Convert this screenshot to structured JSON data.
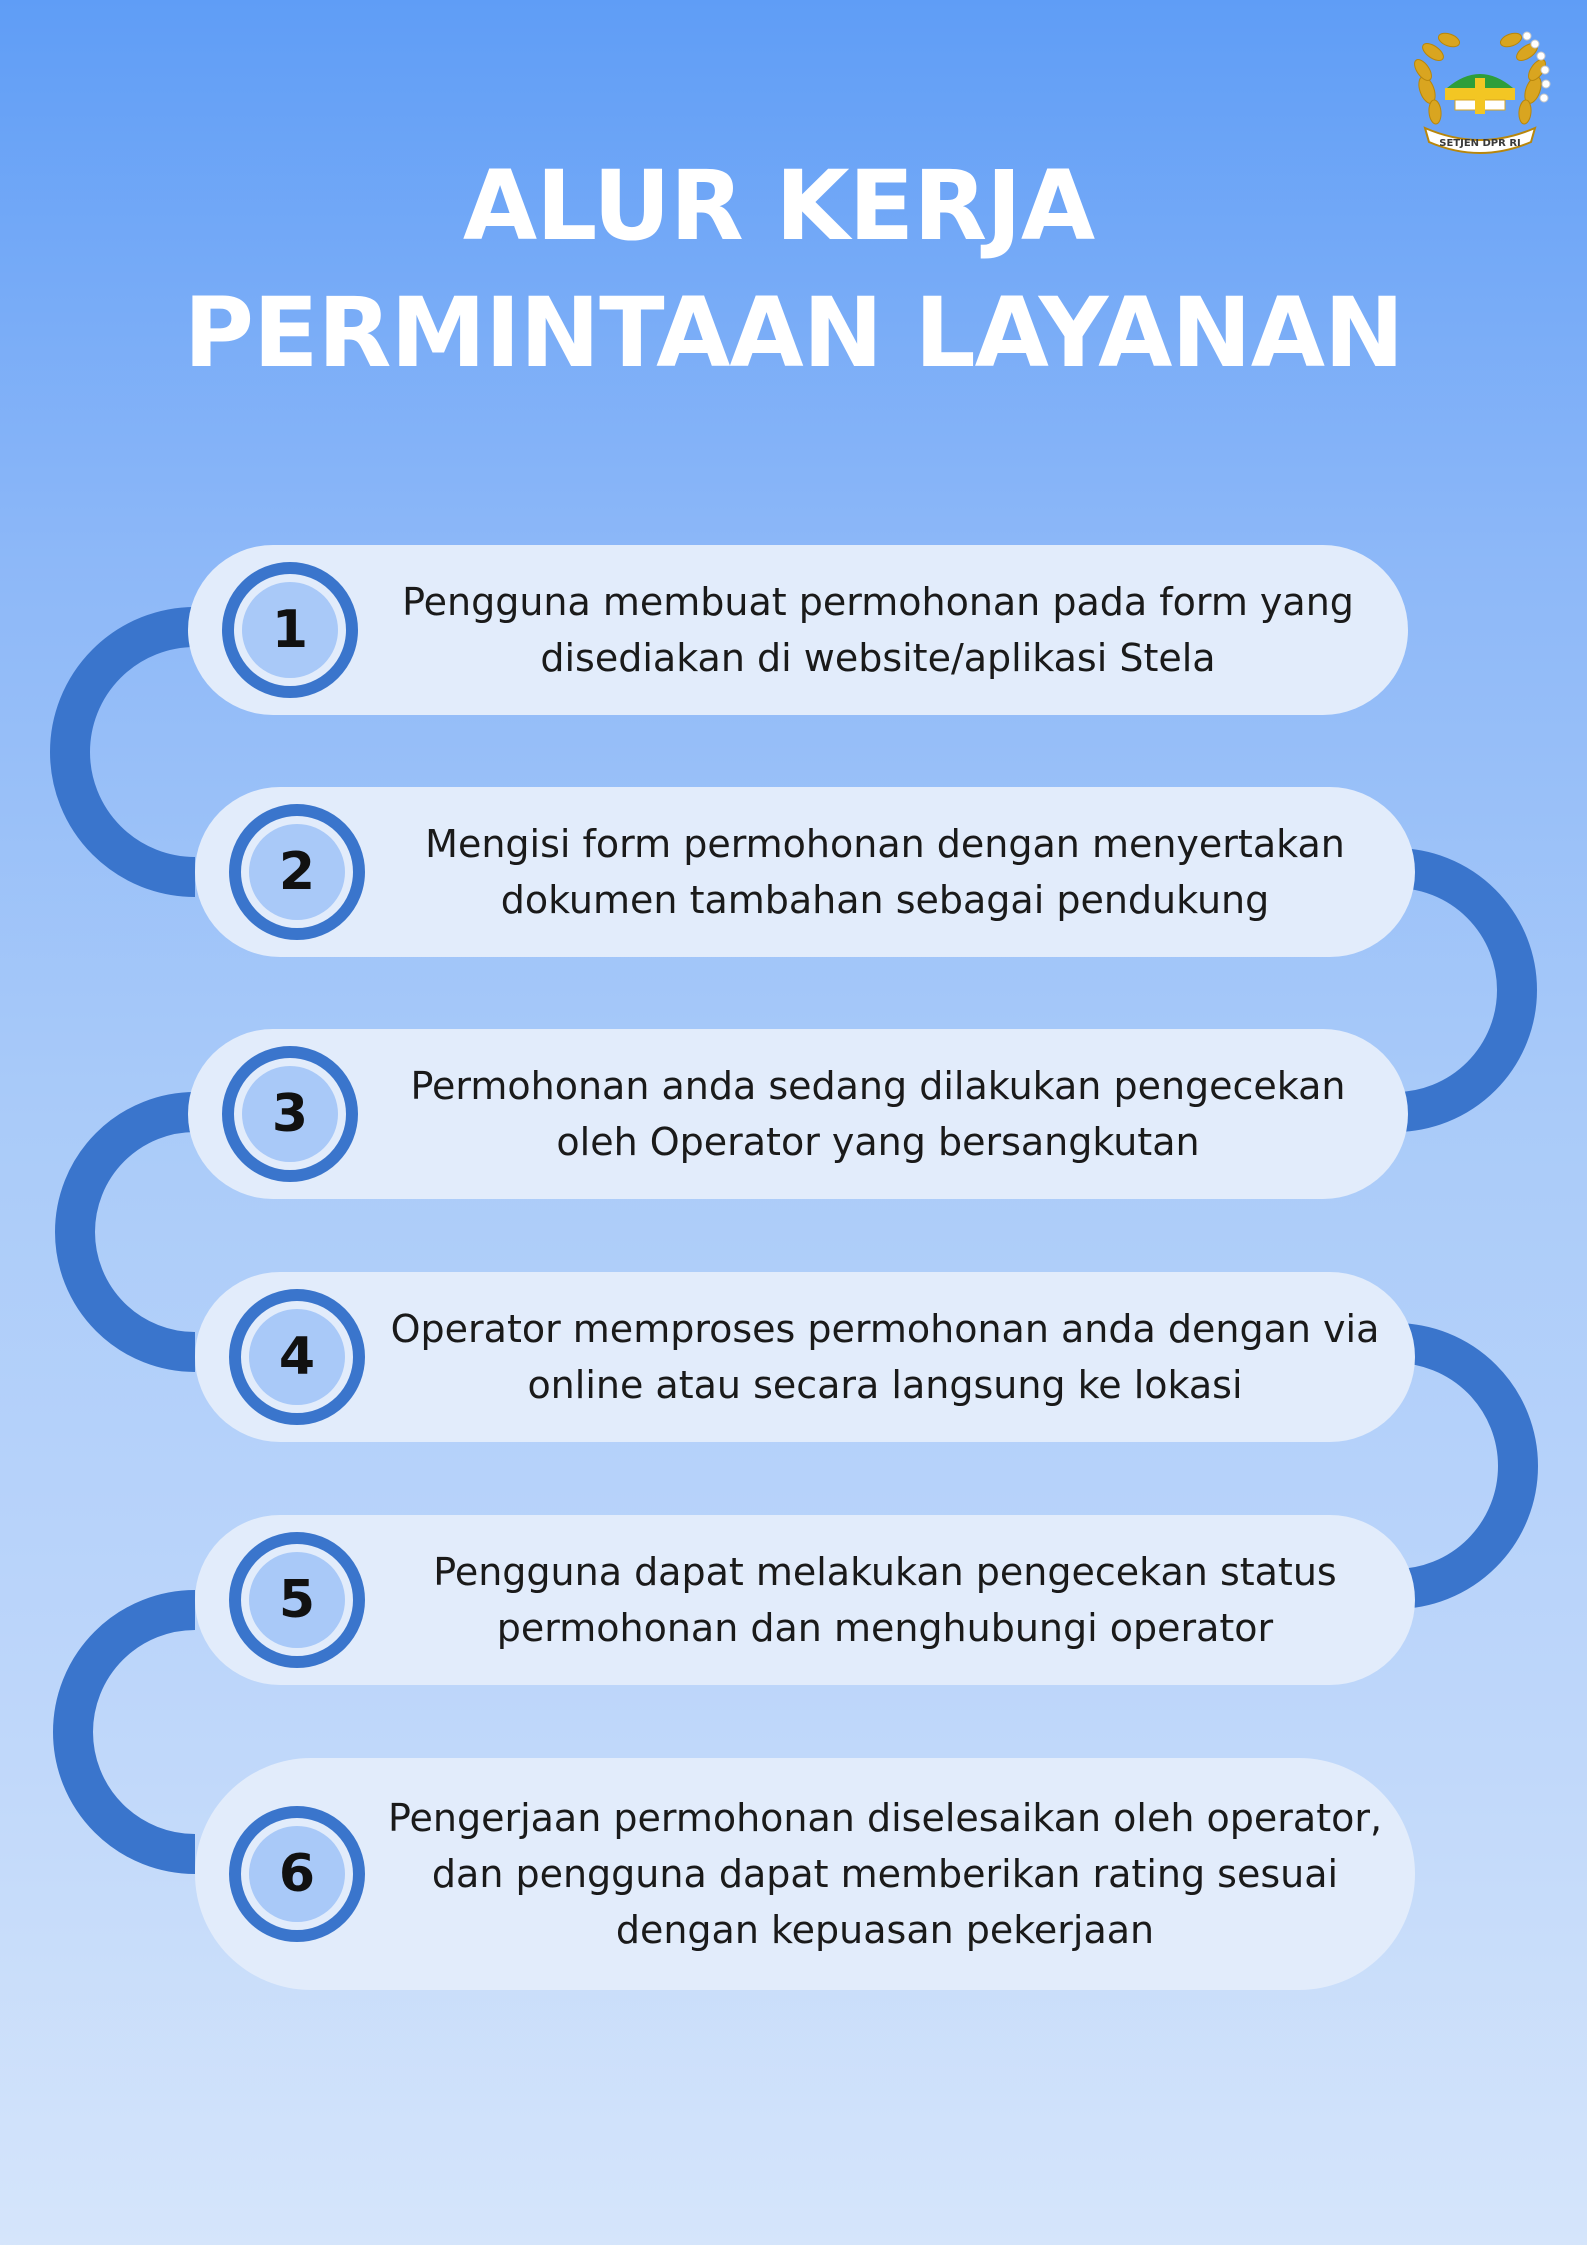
{
  "header": {
    "title_line1": "ALUR KERJA",
    "title_line2": "PERMINTAAN LAYANAN",
    "logo_text": "SETJEN DPR RI"
  },
  "colors": {
    "background_top": "#5f9df6",
    "background_bottom": "#d5e5fb",
    "pill": "#e2ecfb",
    "accent": "#3a75cc",
    "badge_fill": "#a9c9f8",
    "title": "#ffffff"
  },
  "steps": [
    {
      "number": "1",
      "text": "Pengguna membuat permohonan pada form yang\ndisediakan di website/aplikasi Stela"
    },
    {
      "number": "2",
      "text": "Mengisi form permohonan dengan menyertakan\ndokumen tambahan sebagai pendukung"
    },
    {
      "number": "3",
      "text": "Permohonan anda sedang dilakukan pengecekan\noleh Operator yang bersangkutan"
    },
    {
      "number": "4",
      "text": "Operator memproses permohonan anda dengan via\nonline atau secara langsung ke lokasi"
    },
    {
      "number": "5",
      "text": "Pengguna dapat melakukan pengecekan status\npermohonan dan menghubungi operator"
    },
    {
      "number": "6",
      "text": "Pengerjaan permohonan diselesaikan oleh operator,\ndan pengguna dapat memberikan rating sesuai\ndengan kepuasan pekerjaan"
    }
  ]
}
